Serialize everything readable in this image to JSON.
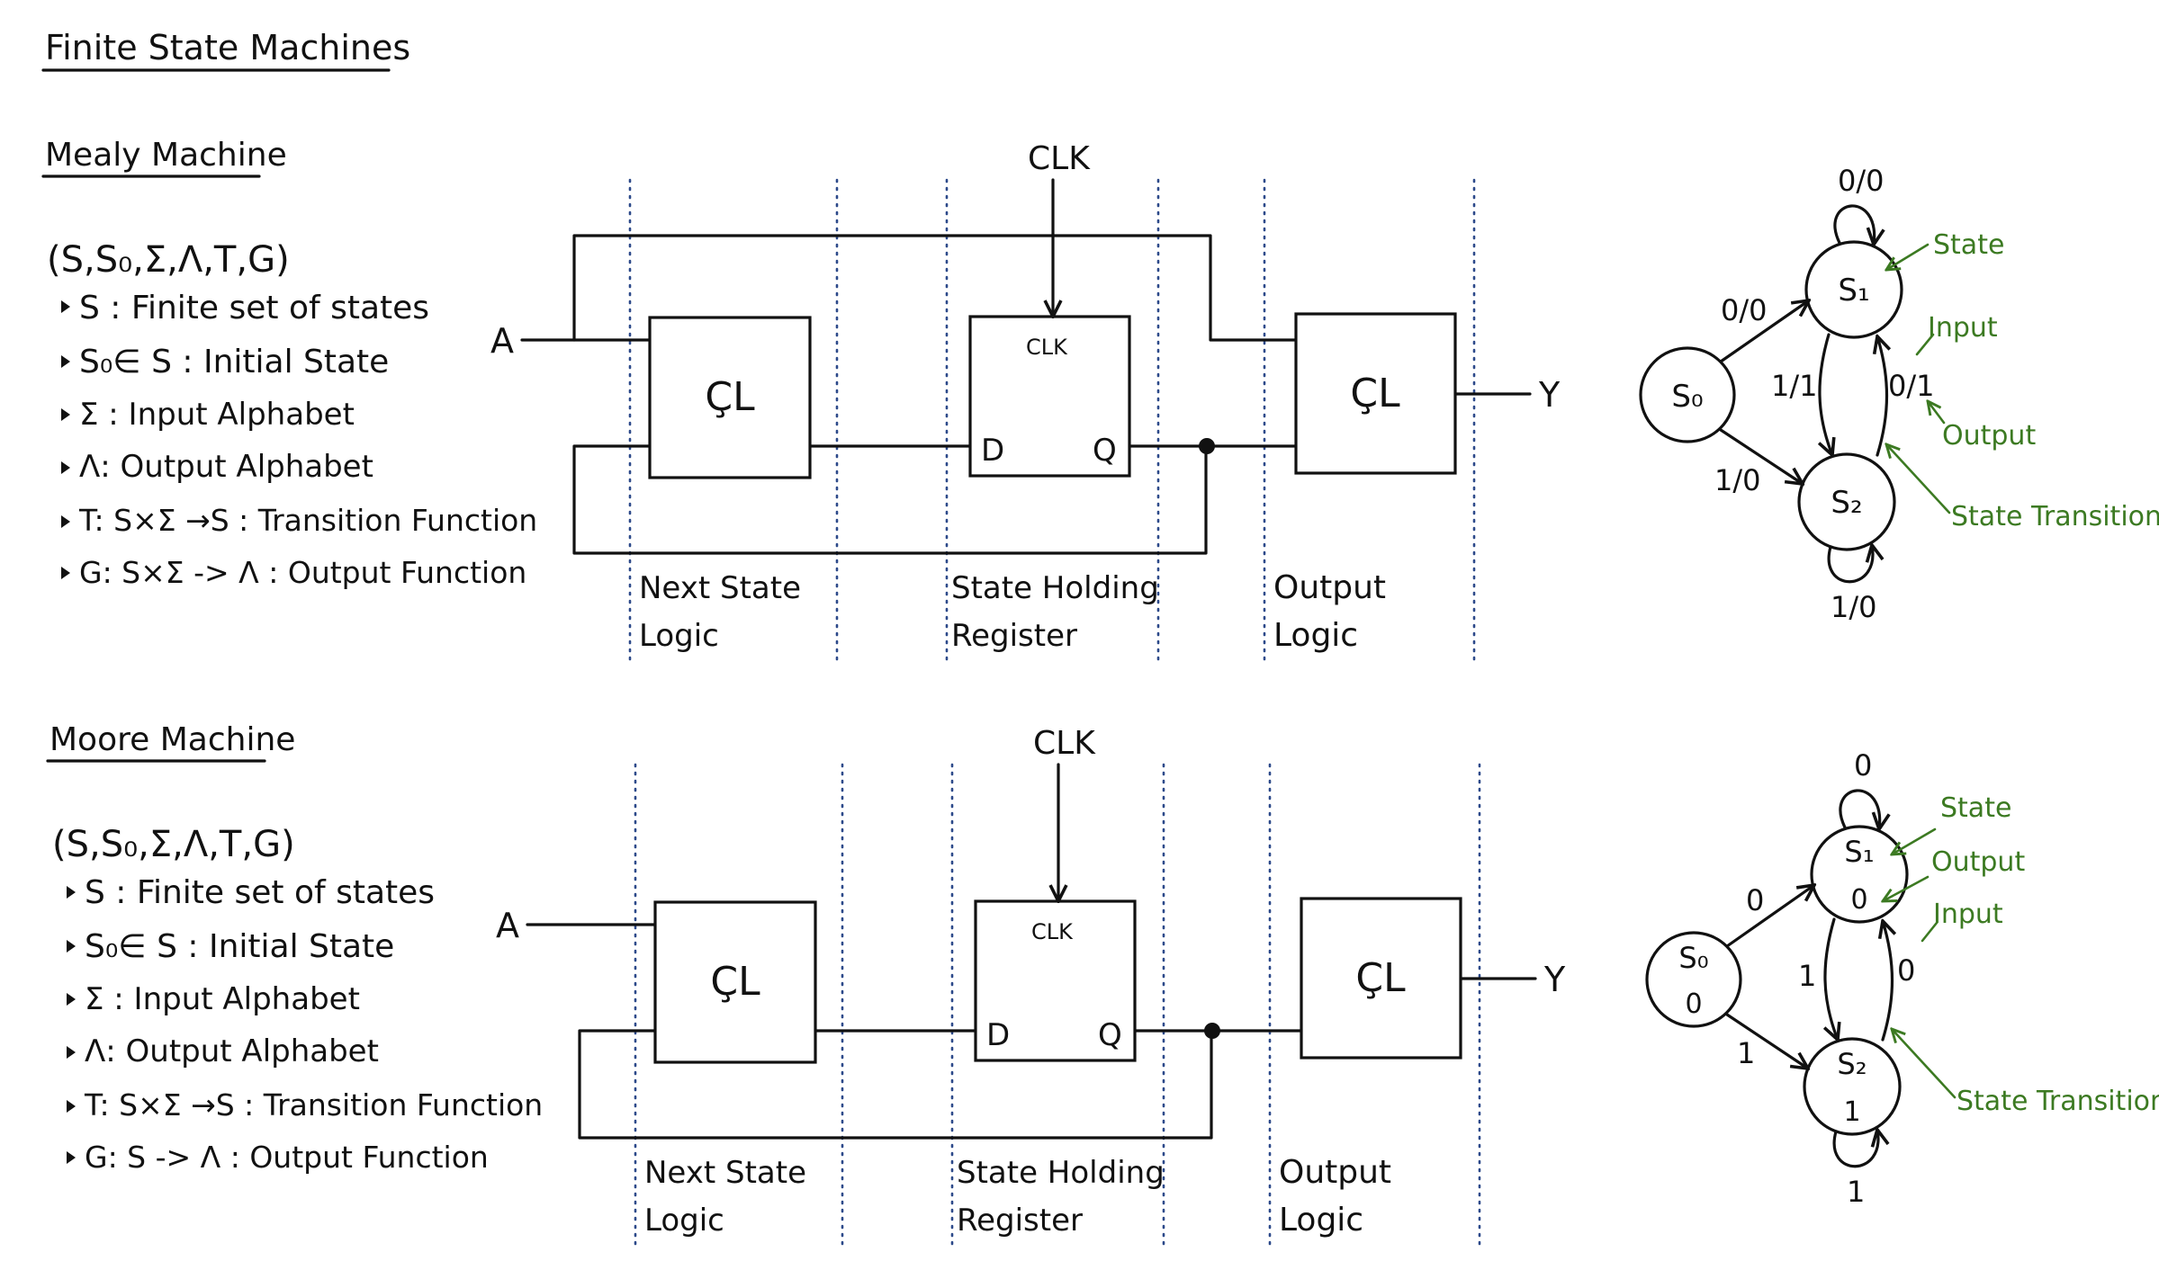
{
  "title": "Finite State Machines",
  "sections": [
    {
      "heading": "Mealy Machine",
      "tuple": "(S,S₀,Σ,Λ,T,G)",
      "items": [
        "S : Finite set of states",
        "S₀∈ S : Initial State",
        "Σ : Input Alphabet",
        "Λ: Output Alphabet",
        "T: S×Σ →S : Transition Function",
        "G: S×Σ -> Λ : Output Function"
      ],
      "circuit": {
        "input": "A",
        "output": "Y",
        "clk": "CLK",
        "clk_pin": "CLK",
        "d_pin": "D",
        "q_pin": "Q",
        "logic_symbol": "ÇL",
        "regions": [
          [
            "Next State",
            "Logic"
          ],
          [
            "State Holding",
            "Register"
          ],
          [
            "Output",
            "Logic"
          ]
        ]
      },
      "state_diagram": {
        "s0": "S₀",
        "s0_out": "",
        "s1": "S₁",
        "s1_out": "",
        "s2": "S₂",
        "s2_out": "",
        "loop_s1": "0/0",
        "s0_to_s1": "0/0",
        "s0_to_s2": "1/0",
        "s1_to_s2": "1/1",
        "s2_to_s1": "0/1",
        "loop_s2": "1/0",
        "annotations": [
          "State",
          "Input",
          "Output",
          "State Transition"
        ]
      }
    },
    {
      "heading": "Moore Machine",
      "tuple": "(S,S₀,Σ,Λ,T,G)",
      "items": [
        "S : Finite set of states",
        "S₀∈ S : Initial State",
        "Σ : Input Alphabet",
        "Λ: Output Alphabet",
        "T: S×Σ →S : Transition Function",
        "G: S -> Λ : Output Function"
      ],
      "circuit": {
        "input": "A",
        "output": "Y",
        "clk": "CLK",
        "clk_pin": "CLK",
        "d_pin": "D",
        "q_pin": "Q",
        "logic_symbol": "ÇL",
        "regions": [
          [
            "Next State",
            "Logic"
          ],
          [
            "State Holding",
            "Register"
          ],
          [
            "Output",
            "Logic"
          ]
        ]
      },
      "state_diagram": {
        "s0": "S₀",
        "s0_out": "0",
        "s1": "S₁",
        "s1_out": "0",
        "s2": "S₂",
        "s2_out": "1",
        "loop_s1": "0",
        "s0_to_s1": "0",
        "s0_to_s2": "1",
        "s1_to_s2": "1",
        "s2_to_s1": "0",
        "loop_s2": "1",
        "annotations": [
          "State",
          "Output",
          "Input",
          "State Transition"
        ]
      }
    }
  ]
}
